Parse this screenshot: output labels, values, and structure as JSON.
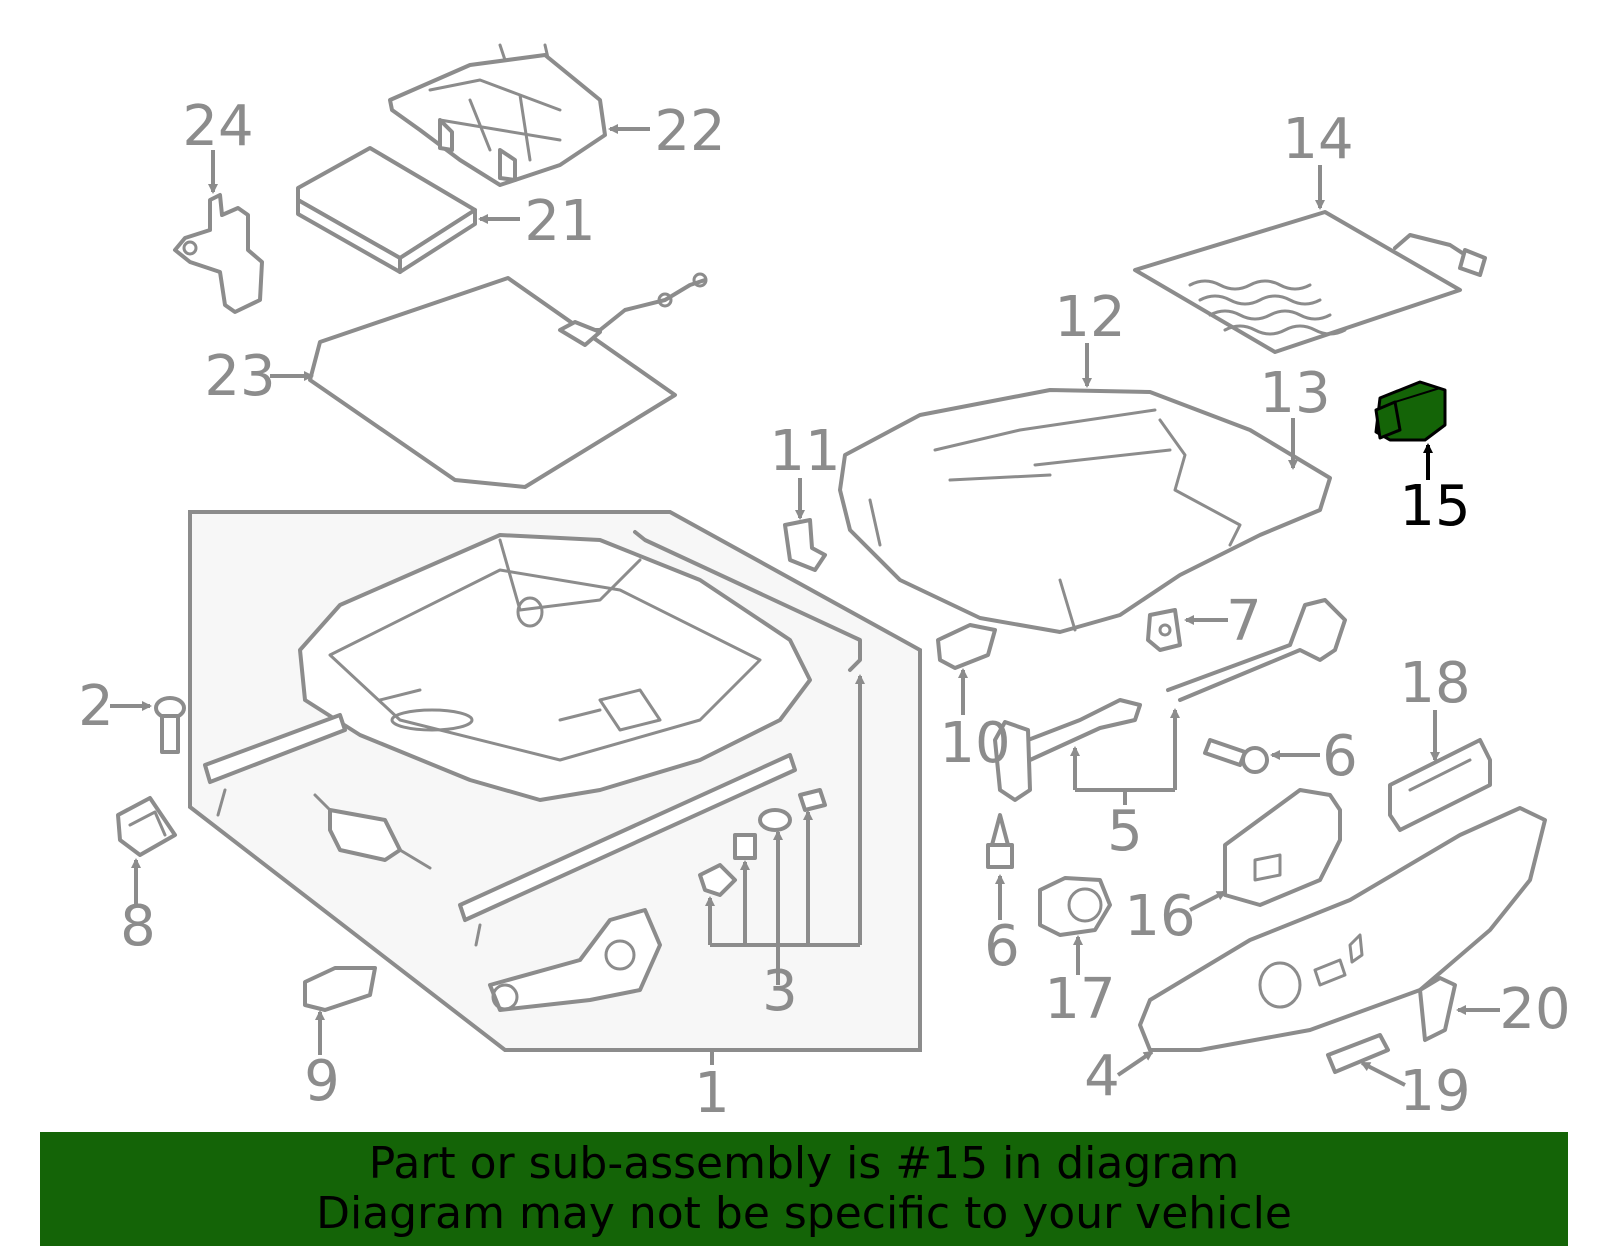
{
  "colors": {
    "line_gray": "#8c8c8c",
    "highlight_green": "#146407",
    "banner_green": "#146407",
    "panel_fill": "#f7f7f7"
  },
  "highlighted_part": "15",
  "labels": {
    "p1": "1",
    "p2": "2",
    "p3": "3",
    "p4": "4",
    "p5": "5",
    "p6a": "6",
    "p6b": "6",
    "p7": "7",
    "p8": "8",
    "p9": "9",
    "p10": "10",
    "p11": "11",
    "p12": "12",
    "p13": "13",
    "p14": "14",
    "p15": "15",
    "p16": "16",
    "p17": "17",
    "p18": "18",
    "p19": "19",
    "p20": "20",
    "p21": "21",
    "p22": "22",
    "p23": "23",
    "p24": "24"
  },
  "banner": {
    "line1": "Part or sub-assembly is #15 in diagram",
    "line2": "Diagram may not be specific to your vehicle"
  }
}
